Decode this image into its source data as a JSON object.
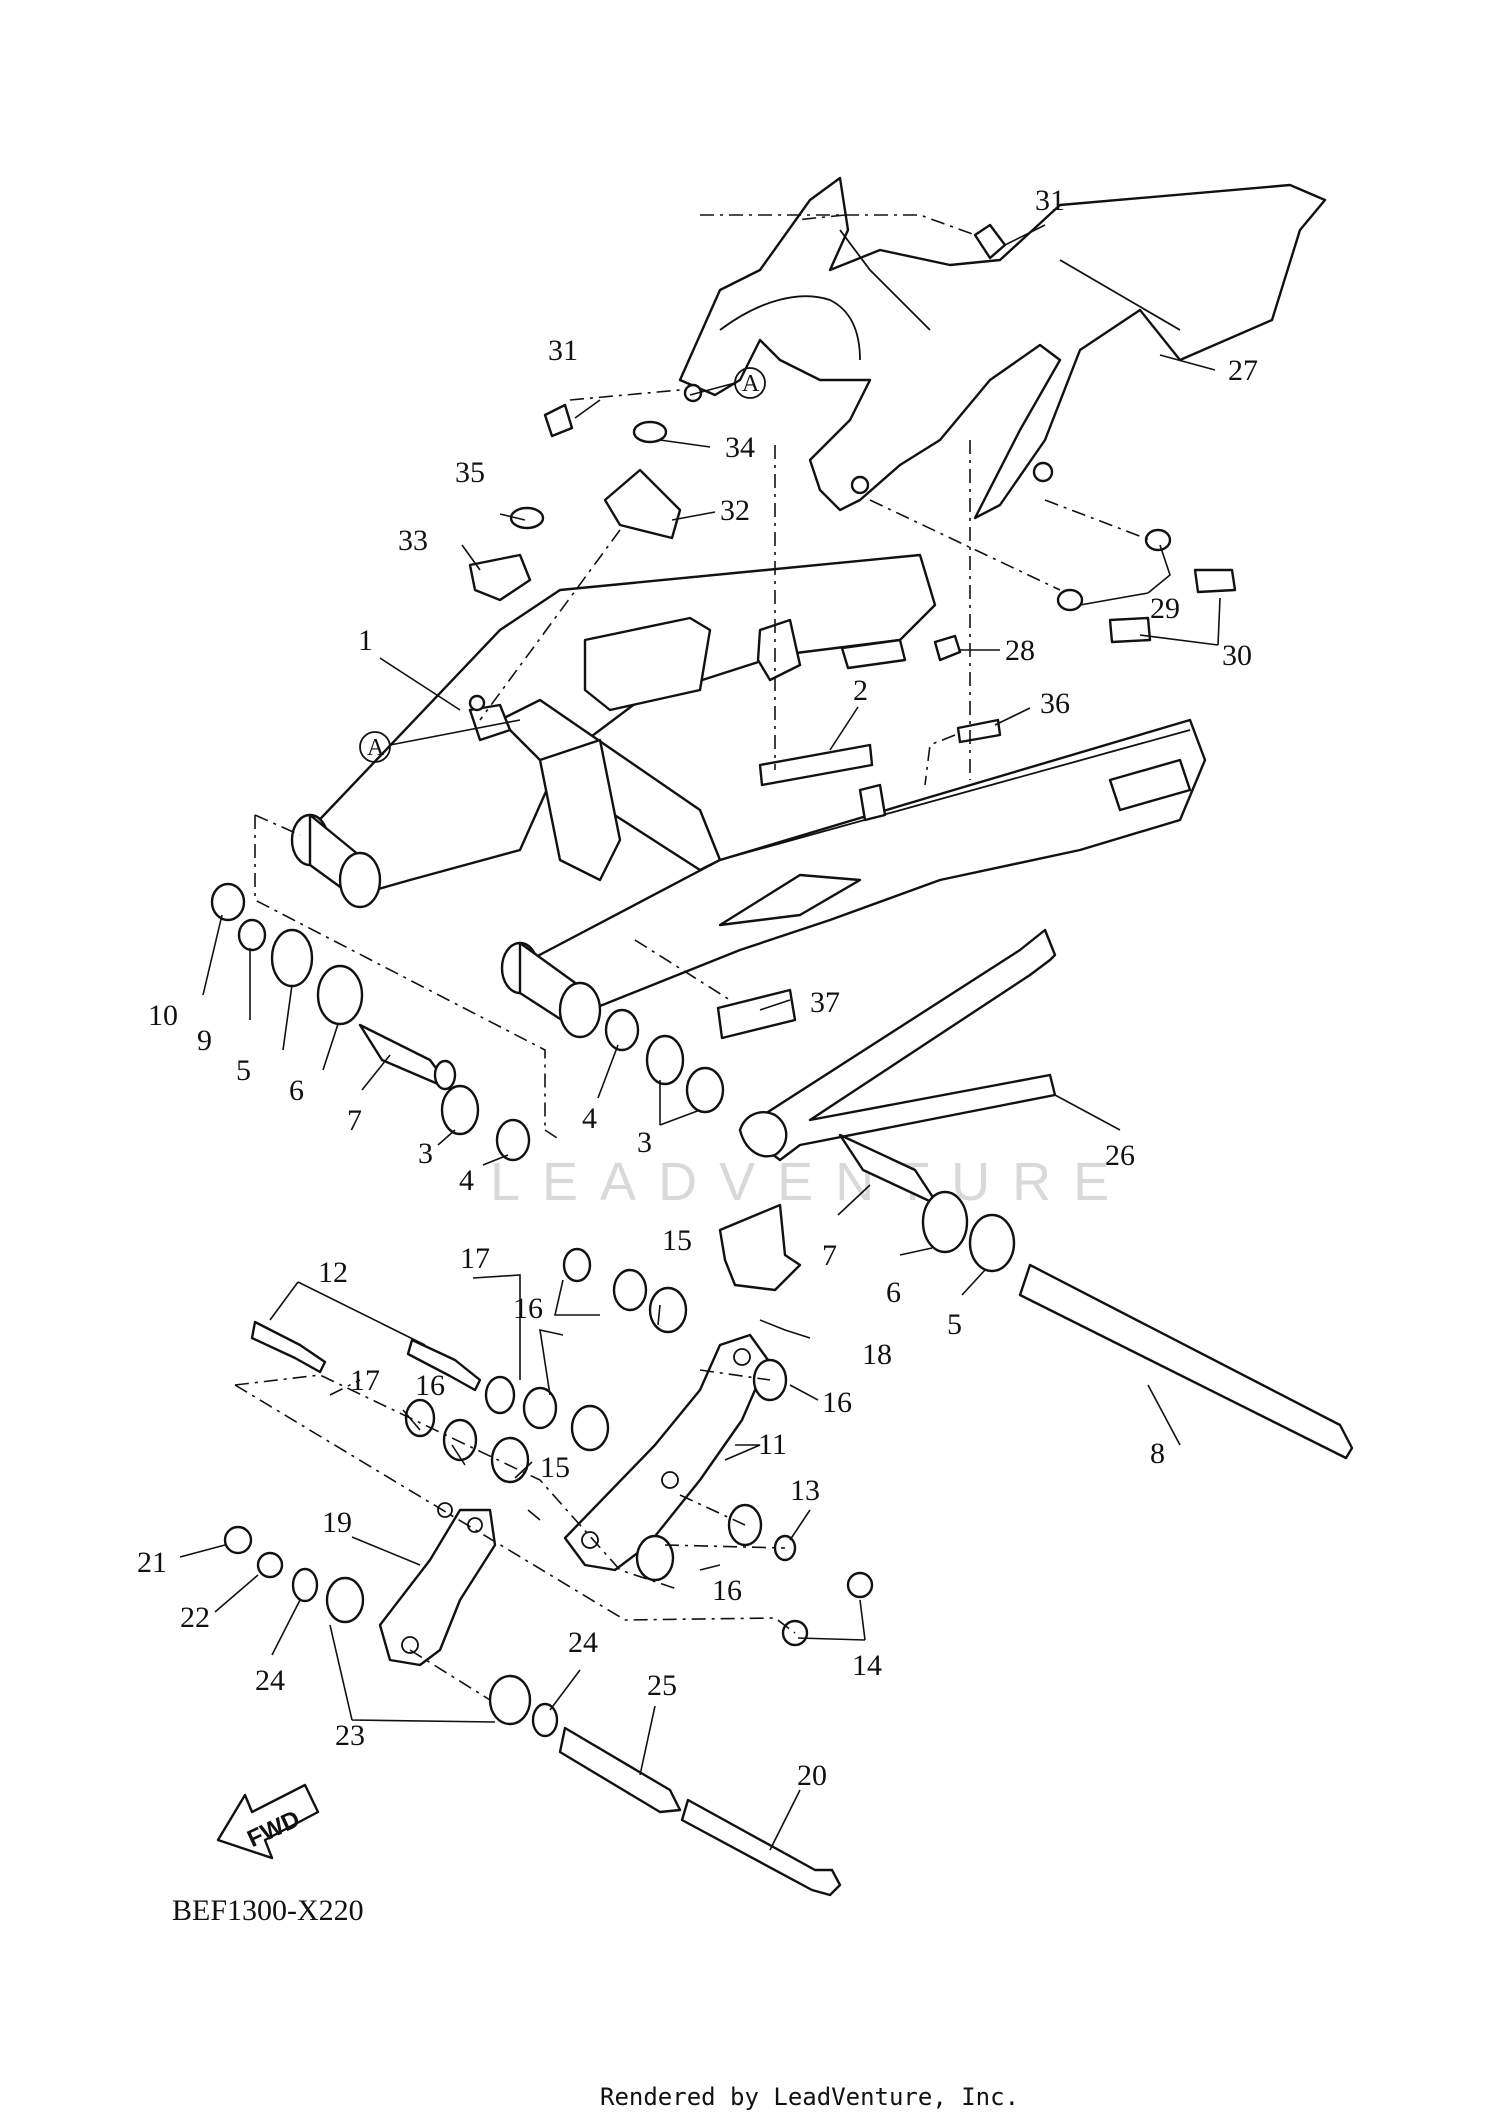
{
  "diagram": {
    "code": "BEF1300-X220",
    "footer": "Rendered by LeadVenture, Inc.",
    "watermark": "LEADVENTURE",
    "fwd_label": "FWD",
    "reference_letter": "A",
    "callouts": {
      "c1": "1",
      "c2": "2",
      "c3a": "3",
      "c3b": "3",
      "c4a": "4",
      "c4b": "4",
      "c5a": "5",
      "c5b": "5",
      "c6a": "6",
      "c6b": "6",
      "c7a": "7",
      "c7b": "7",
      "c8": "8",
      "c9": "9",
      "c10": "10",
      "c11": "11",
      "c12": "12",
      "c13": "13",
      "c14": "14",
      "c15a": "15",
      "c15b": "15",
      "c16a": "16",
      "c16b": "16",
      "c16c": "16",
      "c16d": "16",
      "c17a": "17",
      "c17b": "17",
      "c18": "18",
      "c19": "19",
      "c20": "20",
      "c21": "21",
      "c22": "22",
      "c23": "23",
      "c24a": "24",
      "c24b": "24",
      "c25": "25",
      "c26": "26",
      "c27": "27",
      "c28": "28",
      "c29": "29",
      "c30": "30",
      "c31a": "31",
      "c31b": "31",
      "c32": "32",
      "c33": "33",
      "c34": "34",
      "c35": "35",
      "c36": "36",
      "c37": "37"
    }
  }
}
